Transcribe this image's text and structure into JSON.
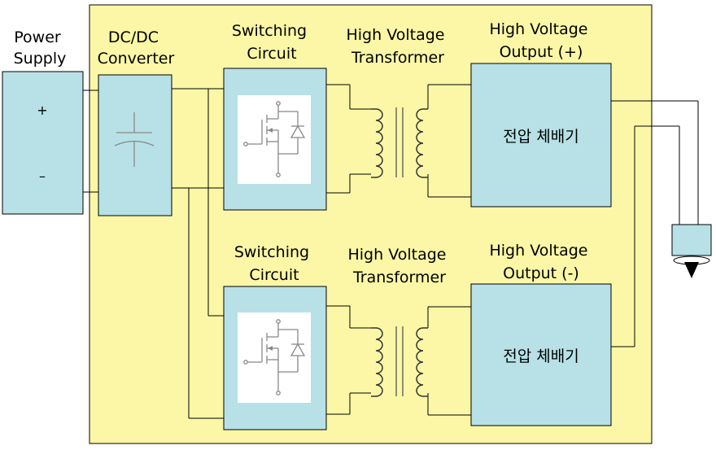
{
  "labels": {
    "power_supply": [
      "Power",
      "Supply"
    ],
    "dcdc": [
      "DC/DC",
      "Converter"
    ],
    "switching_top": [
      "Switching",
      "Circuit"
    ],
    "transformer_top": [
      "High  Voltage",
      "Transformer"
    ],
    "output_pos": [
      "High  Voltage",
      "Output  (+)"
    ],
    "switching_bottom": [
      "Switching",
      "Circuit"
    ],
    "transformer_bottom": [
      "High  Voltage",
      "Transformer"
    ],
    "output_neg": [
      "High  Voltage",
      "Output  (-)"
    ]
  },
  "power_supply": {
    "plus": "+",
    "minus": "–"
  },
  "multiplier_top": "전압  체배기",
  "multiplier_bottom": "전압  체배기",
  "colors": {
    "panel": "#fbf7a6",
    "block": "#b7e1e6",
    "line": "#000000"
  }
}
